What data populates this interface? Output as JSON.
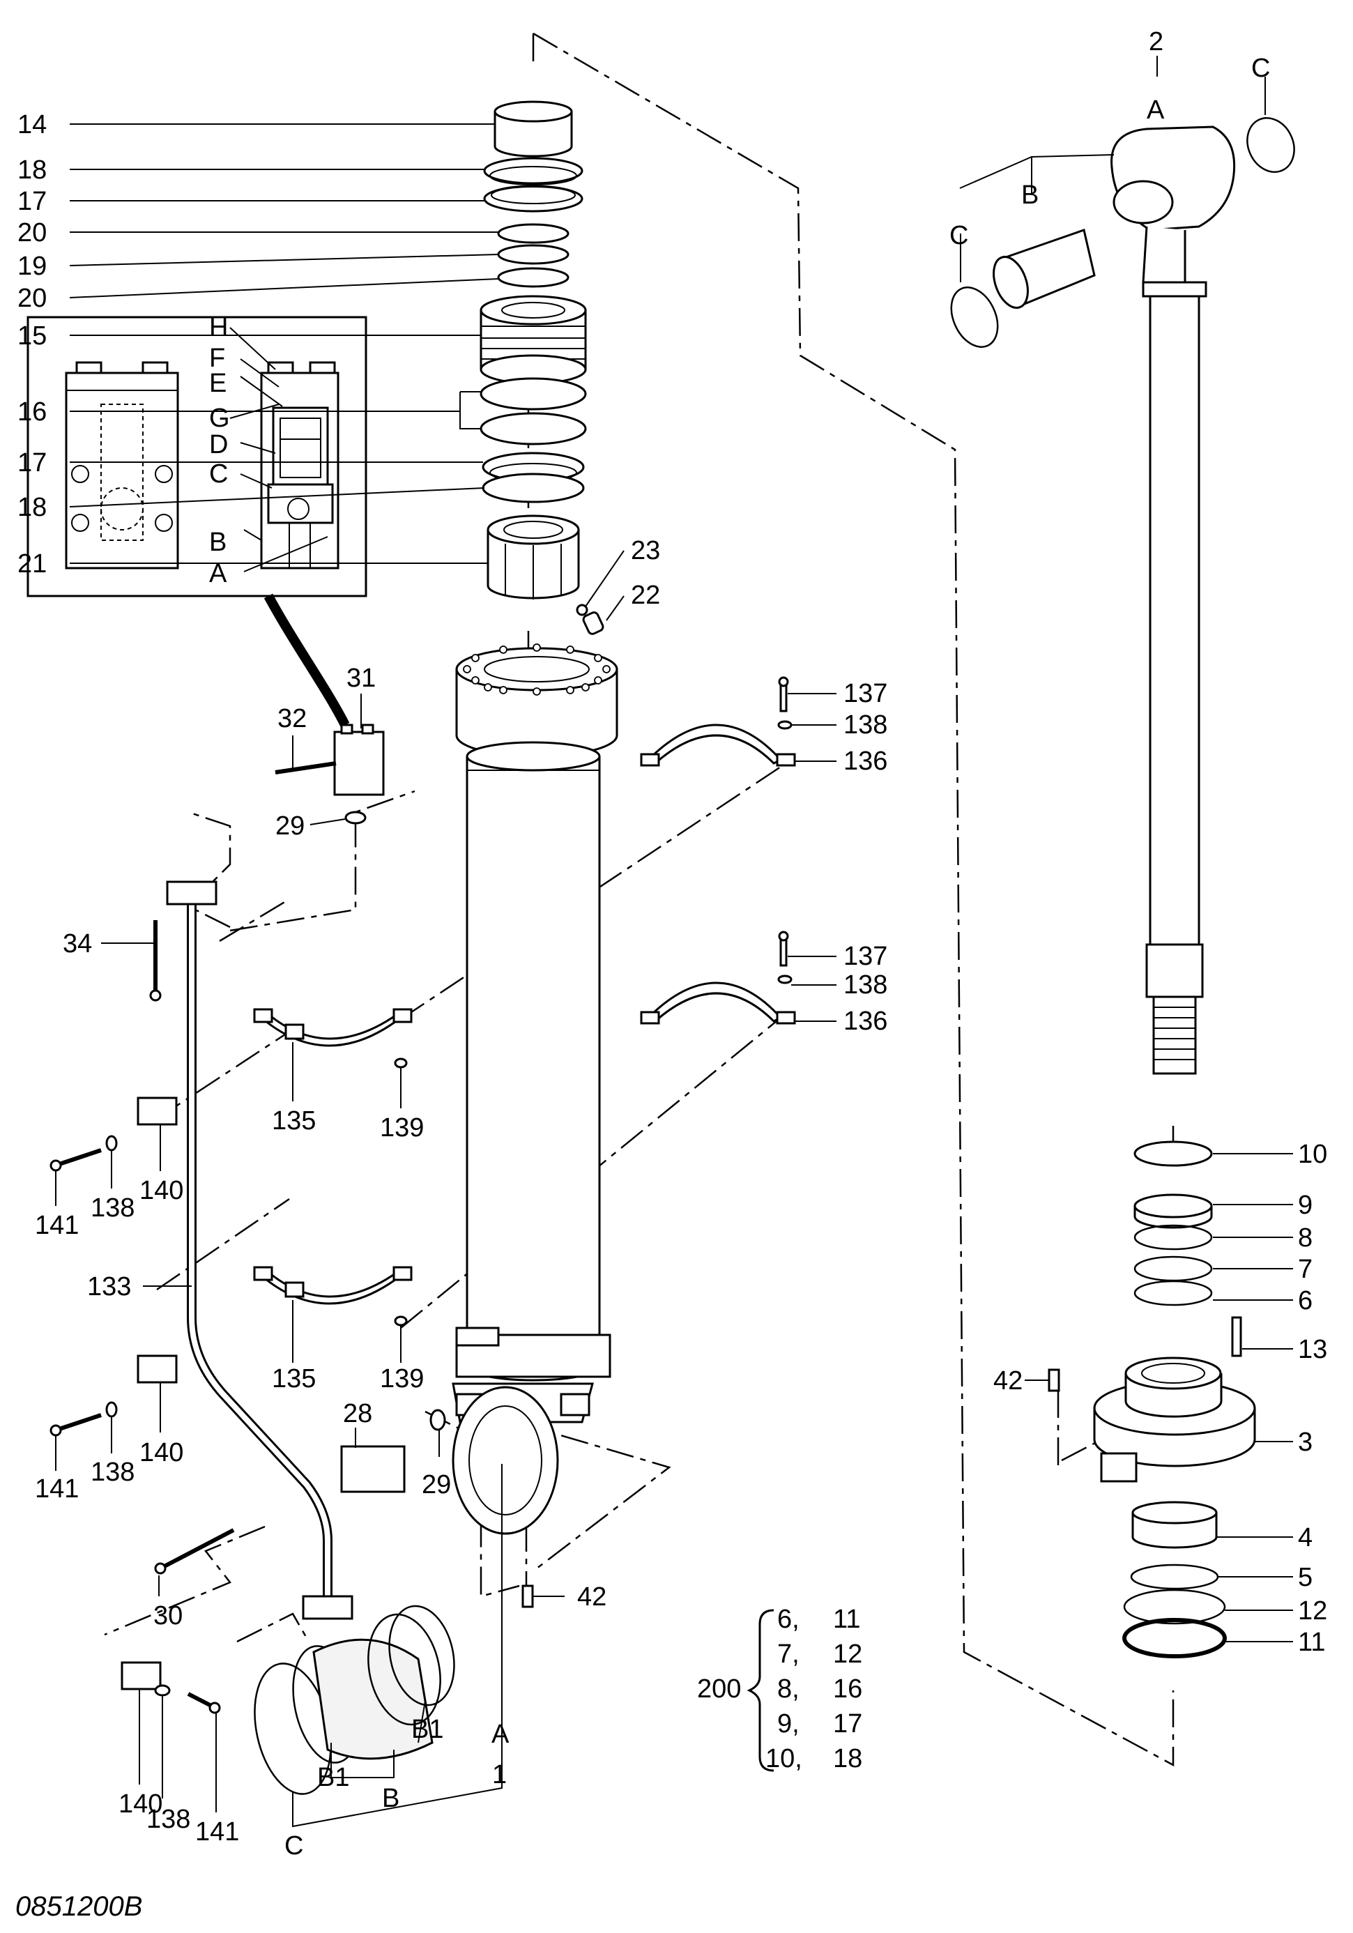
{
  "drawing_code": "0851200B",
  "kit": {
    "number": "200",
    "rows": [
      {
        "a": "6,",
        "b": "11"
      },
      {
        "a": "7,",
        "b": "12"
      },
      {
        "a": "8,",
        "b": "16"
      },
      {
        "a": "9,",
        "b": "17"
      },
      {
        "a": "10,",
        "b": "18"
      }
    ]
  },
  "inset_labels": [
    "H",
    "F",
    "E",
    "G",
    "D",
    "C",
    "B",
    "A"
  ],
  "callouts": {
    "c14": "14",
    "c18a": "18",
    "c17a": "17",
    "c20a": "20",
    "c19": "19",
    "c20b": "20",
    "c15": "15",
    "c16": "16",
    "c17b": "17",
    "c18b": "18",
    "c21": "21",
    "c23": "23",
    "c22": "22",
    "c31": "31",
    "c32": "32",
    "c29a": "29",
    "c34": "34",
    "c137a": "137",
    "c138a": "138",
    "c136a": "136",
    "c137b": "137",
    "c138b": "138",
    "c136b": "136",
    "c135a": "135",
    "c139a": "139",
    "c135b": "135",
    "c139b": "139",
    "c141a": "141",
    "c138c": "138",
    "c140a": "140",
    "c133": "133",
    "c141b": "141",
    "c138d": "138",
    "c140b": "140",
    "c28": "28",
    "c29b": "29",
    "c30": "30",
    "c42a": "42",
    "c140c": "140",
    "c138e": "138",
    "c141c": "141",
    "cB1a": "B1",
    "cB1b": "B1",
    "cB": "B",
    "cC": "C",
    "cA": "A",
    "c1": "1",
    "c2": "2",
    "cA2": "A",
    "cC2": "C",
    "cB2": "B",
    "cC3": "C",
    "c10": "10",
    "c9": "9",
    "c8": "8",
    "c7": "7",
    "c6": "6",
    "c13": "13",
    "c42b": "42",
    "c3": "3",
    "c4": "4",
    "c5": "5",
    "c12": "12",
    "c11": "11"
  }
}
